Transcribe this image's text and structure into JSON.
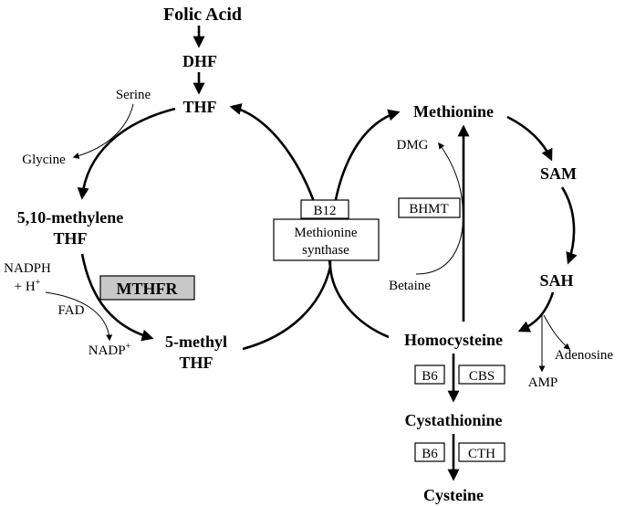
{
  "labels": {
    "folic_acid": "Folic Acid",
    "dhf": "DHF",
    "thf": "THF",
    "serine": "Serine",
    "glycine": "Glycine",
    "methylene_thf_1": "5,10-methylene",
    "methylene_thf_2": "THF",
    "nadph": "NADPH",
    "h_plus": "+ H",
    "h_plus_sup": "+",
    "fad": "FAD",
    "nadp": "NADP",
    "nadp_sup": "+",
    "methyl_thf_1": "5-methyl",
    "methyl_thf_2": "THF",
    "methionine": "Methionine",
    "dmg": "DMG",
    "betaine": "Betaine",
    "sam": "SAM",
    "sah": "SAH",
    "adenosine": "Adenosine",
    "amp": "AMP",
    "homocysteine": "Homocysteine",
    "cystathionine": "Cystathionine",
    "cysteine": "Cysteine"
  },
  "enzymes": {
    "mthfr": "MTHFR",
    "b12": "B12",
    "methionine_synthase_1": "Methionine",
    "methionine_synthase_2": "synthase",
    "bhmt": "BHMT",
    "b6_first": "B6",
    "cbs": "CBS",
    "b6_second": "B6",
    "cth": "CTH"
  },
  "colors": {
    "mthfr_box_fill": "#c8c8c8"
  }
}
